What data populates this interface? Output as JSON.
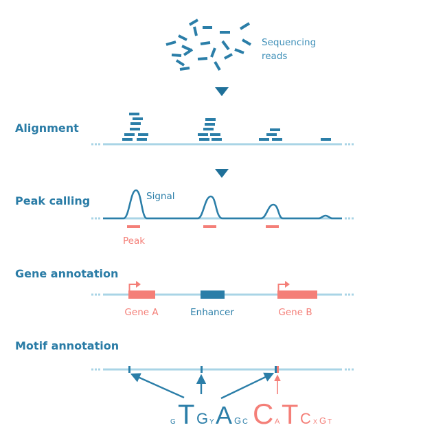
{
  "colors": {
    "primary": "#2b7ea8",
    "line": "#a9d4e6",
    "accent": "#f47f78"
  },
  "reads_label": [
    "Sequencing",
    "reads"
  ],
  "sections": {
    "alignment": "Alignment",
    "peak_calling": "Peak calling",
    "gene_annotation": "Gene annotation",
    "motif_annotation": "Motif annotation"
  },
  "peak": {
    "signal_label": "Signal",
    "peak_label": "Peak"
  },
  "genes": {
    "gene_a": "Gene A",
    "enhancer": "Enhancer",
    "gene_b": "Gene B"
  },
  "motifs": {
    "motif1": {
      "main": [
        "T",
        "G",
        "A"
      ],
      "small": [
        "G",
        "G",
        "Y",
        "C"
      ]
    },
    "motif2": {
      "main": [
        "C",
        "T",
        "C"
      ],
      "small": [
        "A",
        "X",
        "G",
        "T"
      ]
    }
  }
}
